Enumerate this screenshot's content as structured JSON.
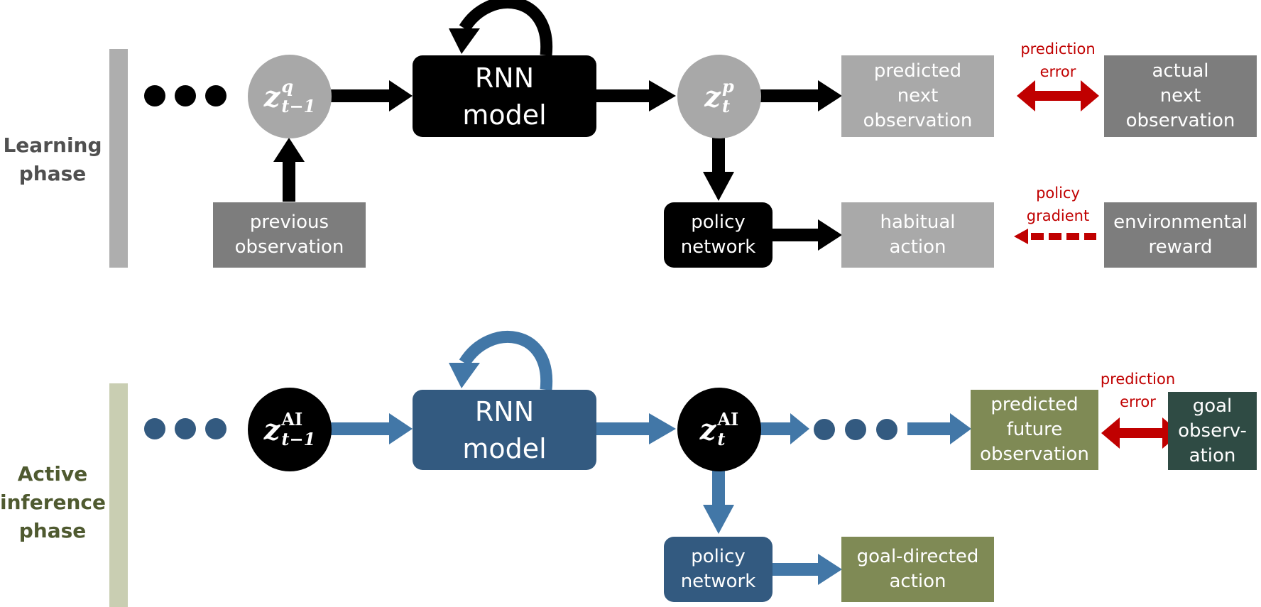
{
  "phases": {
    "learning": {
      "label_line1": "Learning",
      "label_line2": "phase",
      "label_color": "#505050",
      "bar_color": "#aeaeae",
      "rnn_line1": "RNN",
      "rnn_line2": "model",
      "z_prev": {
        "symbol": "z",
        "sup": "q",
        "sub": "t−1"
      },
      "z_next": {
        "symbol": "z",
        "sup": "p",
        "sub": "t"
      },
      "prev_obs_line1": "previous",
      "prev_obs_line2": "observation",
      "pred_obs_line1": "predicted",
      "pred_obs_line2": "next",
      "pred_obs_line3": "observation",
      "actual_obs_line1": "actual",
      "actual_obs_line2": "next",
      "actual_obs_line3": "observation",
      "policy_line1": "policy",
      "policy_line2": "network",
      "action_line1": "habitual",
      "action_line2": "action",
      "reward_line1": "environmental",
      "reward_line2": "reward",
      "pred_error_line1": "prediction",
      "pred_error_line2": "error",
      "policy_grad_line1": "policy",
      "policy_grad_line2": "gradient"
    },
    "active": {
      "label_line1": "Active",
      "label_line2": "inference",
      "label_line3": "phase",
      "label_color": "#4f5a30",
      "bar_color": "#c9ceb2",
      "rnn_line1": "RNN",
      "rnn_line2": "model",
      "z_prev": {
        "symbol": "z",
        "sup": "AI",
        "sub": "t−1"
      },
      "z_next": {
        "symbol": "z",
        "sup": "AI",
        "sub": "t"
      },
      "pred_obs_line1": "predicted",
      "pred_obs_line2": "future",
      "pred_obs_line3": "observation",
      "goal_obs_line1": "goal",
      "goal_obs_line2": "observ-",
      "goal_obs_line3": "ation",
      "policy_line1": "policy",
      "policy_line2": "network",
      "action_line1": "goal-directed",
      "action_line2": "action",
      "pred_error_line1": "prediction",
      "pred_error_line2": "error"
    }
  },
  "colors": {
    "black": "#000000",
    "gray_circle": "#a8a8a8",
    "light_box": "#a9a9a9",
    "dark_box": "#7d7d7d",
    "blue_node": "#335a80",
    "blue_arrow": "#4277a7",
    "olive_box": "#7f8a55",
    "dark_green_box": "#2f4b44",
    "red": "#c00000"
  }
}
